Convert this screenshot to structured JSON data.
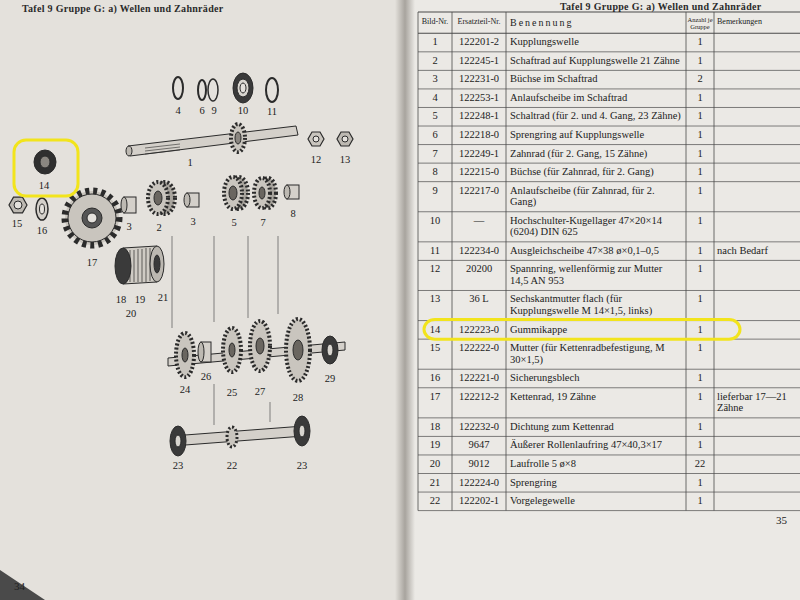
{
  "diagram": {
    "labels": [
      "Tafel 9 Gruppe G: a) Wellen und Zahnräder",
      "Tafel 9 Gruppe G: a) Wellen und Zahnräder",
      "14",
      "15",
      "16",
      "17",
      "18",
      "19",
      "20",
      "21",
      "4",
      "6",
      "9",
      "10",
      "11",
      "1",
      "12",
      "13",
      "2",
      "3",
      "3",
      "5",
      "7",
      "8",
      "24",
      "26",
      "25",
      "27",
      "28",
      "29",
      "23",
      "22",
      "23",
      "34",
      "Bild-Nr.",
      "Ersatzteil-Nr.",
      "Benennung",
      "Anzahl je Gruppe",
      "Bemerkungen",
      "1",
      "122201-2",
      "Kupplungswelle",
      "1",
      "2",
      "122245-1",
      "Schaftrad auf Kupplungswelle 21 Zähne",
      "1",
      "3",
      "122231-0",
      "Büchse im Schaftrad",
      "2",
      "4",
      "122253-1",
      "Anlaufscheibe im Schaftrad",
      "1",
      "5",
      "122248-1",
      "Schaltrad (für 2. und 4. Gang, 23 Zähne)",
      "1",
      "6",
      "122218-0",
      "Sprengring auf Kupplungswelle",
      "1",
      "7",
      "122249-1",
      "Zahnrad (für 2. Gang, 15 Zähne)",
      "1",
      "8",
      "122215-0",
      "Büchse (für Zahnrad, für 2. Gang)",
      "1",
      "9",
      "122217-0",
      "Anlaufscheibe (für Zahnrad, für 2. Gang)",
      "1",
      "10",
      "—",
      "Hochschulter-Kugellager 47×20×14 (6204) DIN 625",
      "1",
      "11",
      "122234-0",
      "Ausgleichscheibe 47×38 ø×0,1–0,5",
      "1",
      "nach Bedarf",
      "12",
      "20200",
      "Spannring, wellenförmig zur Mutter 14,5 AN 953",
      "1",
      "13",
      "36 L",
      "Sechskantmutter flach (für Kupplungswelle M 14×1,5, links)",
      "1",
      "14",
      "122223-0",
      "Gummikappe",
      "1",
      "15",
      "122222-0",
      "Mutter (für Kettenradbefestigung, M 30×1,5)",
      "1",
      "16",
      "122221-0",
      "Sicherungsblech",
      "1",
      "17",
      "122212-2",
      "Kettenrad, 19 Zähne",
      "1",
      "lieferbar 17—21 Zähne",
      "18",
      "122232-0",
      "Dichtung zum Kettenrad",
      "1",
      "19",
      "9647",
      "Äußerer Rollenlaufring 47×40,3×17",
      "1",
      "20",
      "9012",
      "Laufrolle 5 ø×8",
      "22",
      "21",
      "122224-0",
      "Sprengring",
      "1",
      "22",
      "122202-1",
      "Vorgelegewelle",
      "1",
      "35"
    ]
  }
}
